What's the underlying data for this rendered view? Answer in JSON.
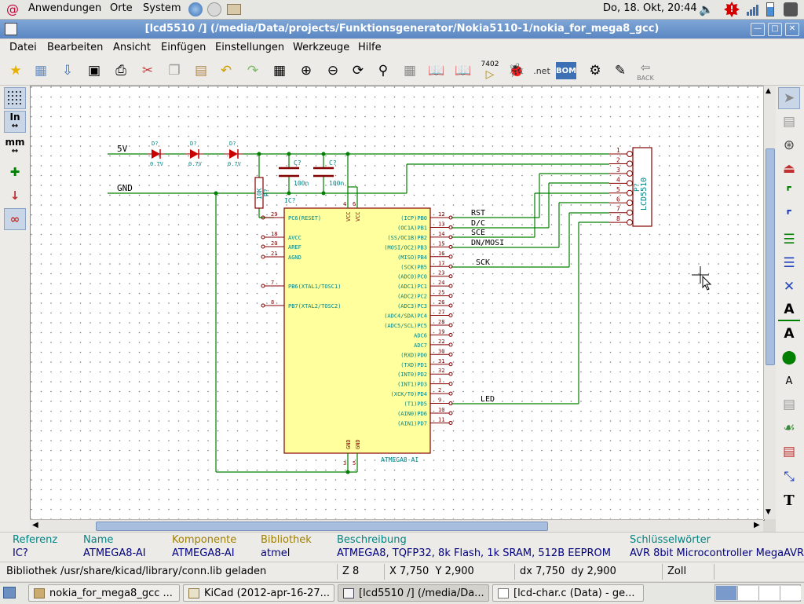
{
  "top_panel": {
    "menus": [
      "Anwendungen",
      "Orte",
      "System"
    ],
    "clock": "Do, 18. Okt, 20:44"
  },
  "window": {
    "title": "[lcd5510 /] (/media/Data/projects/Funktionsgenerator/Nokia5110-1/nokia_for_mega8_gcc)"
  },
  "menubar": {
    "items": [
      "Datei",
      "Bearbeiten",
      "Ansicht",
      "Einfügen",
      "Einstellungen",
      "Werkzeuge",
      "Hilfe"
    ]
  },
  "toolbar": {
    "icons": [
      "new-schematic-icon",
      "new-sheet-icon",
      "save-icon",
      "page-settings-icon",
      "print-icon",
      "cut-icon",
      "copy-icon",
      "paste-icon",
      "undo-icon",
      "redo-icon",
      "find-icon",
      "zoom-in-icon",
      "zoom-out-icon",
      "zoom-redraw-icon",
      "zoom-fit-icon",
      "hierarchy-navigator-icon",
      "library-editor-icon",
      "library-browser-icon",
      "annotate-icon",
      "erc-icon",
      "netlist-icon",
      "bom-icon",
      "cvpcb-icon",
      "pcbnew-icon",
      "back-annotate-icon"
    ],
    "annotate_label": "7402",
    "netlist_label": ".net",
    "bom_label": "BOM",
    "back_label": "BACK"
  },
  "left_toolbar": {
    "units_in": "In",
    "units_mm": "mm"
  },
  "right_toolbar": {
    "text_label": "T",
    "label_a": "A"
  },
  "schematic": {
    "net_5v": "5V",
    "net_gnd": "GND",
    "diodes": [
      {
        "ref": "D?",
        "value": "0.7V"
      },
      {
        "ref": "D?",
        "value": "0.7V"
      },
      {
        "ref": "D?",
        "value": "0.7V"
      }
    ],
    "caps": [
      {
        "ref": "C?",
        "value": "100n"
      },
      {
        "ref": "C?",
        "value": "100n"
      }
    ],
    "resistor": {
      "ref": "R?",
      "value": "10K"
    },
    "ic": {
      "ref": "IC?",
      "name": "ATMEGA8-AI",
      "vcc": "VCC",
      "gnd": "GND",
      "vcc_pins": [
        "4",
        "6"
      ],
      "gnd_pins": [
        "3",
        "5"
      ],
      "left_pins": [
        {
          "num": "29",
          "name": "PC6(RESET)"
        },
        {
          "num": "18",
          "name": "AVCC"
        },
        {
          "num": "20",
          "name": "AREF"
        },
        {
          "num": "21",
          "name": "AGND"
        },
        {
          "num": "7",
          "name": "PB6(XTAL1/TOSC1)"
        },
        {
          "num": "8",
          "name": "PB7(XTAL2/TOSC2)"
        }
      ],
      "right_pins": [
        {
          "num": "12",
          "name": "(ICP)PB0"
        },
        {
          "num": "13",
          "name": "(OC1A)PB1"
        },
        {
          "num": "14",
          "name": "(SS/OC1B)PB2"
        },
        {
          "num": "15",
          "name": "(MOSI/OC2)PB3"
        },
        {
          "num": "16",
          "name": "(MISO)PB4"
        },
        {
          "num": "17",
          "name": "(SCK)PB5"
        },
        {
          "num": "23",
          "name": "(ADC0)PC0"
        },
        {
          "num": "24",
          "name": "(ADC1)PC1"
        },
        {
          "num": "25",
          "name": "(ADC2)PC2"
        },
        {
          "num": "26",
          "name": "(ADC3)PC3"
        },
        {
          "num": "27",
          "name": "(ADC4/SDA)PC4"
        },
        {
          "num": "28",
          "name": "(ADC5/SCL)PC5"
        },
        {
          "num": "19",
          "name": "ADC6"
        },
        {
          "num": "22",
          "name": "ADC7"
        },
        {
          "num": "30",
          "name": "(RXD)PD0"
        },
        {
          "num": "31",
          "name": "(TXD)PD1"
        },
        {
          "num": "32",
          "name": "(INT0)PD2"
        },
        {
          "num": "1",
          "name": "(INT1)PD3"
        },
        {
          "num": "2",
          "name": "(XCK/T0)PD4"
        },
        {
          "num": "9",
          "name": "(T1)PD5"
        },
        {
          "num": "10",
          "name": "(AIN0)PD6"
        },
        {
          "num": "11",
          "name": "(AIN1)PD7"
        }
      ]
    },
    "net_labels": [
      "RST",
      "D/C",
      "SCE",
      "DN/MOSI",
      "SCK",
      "LED"
    ],
    "connector": {
      "ref": "P?",
      "value": "LCD5510",
      "pins": [
        "1",
        "2",
        "3",
        "4",
        "5",
        "6",
        "7",
        "8"
      ]
    }
  },
  "info": {
    "headers": [
      "Referenz",
      "Name",
      "Komponente",
      "Bibliothek",
      "Beschreibung",
      "Schlüsselwörter"
    ],
    "values": [
      "IC?",
      "ATMEGA8-AI",
      "ATMEGA8-AI",
      "atmel",
      "ATMEGA8, TQFP32, 8k Flash, 1k SRAM, 512B EEPROM",
      "AVR 8bit Microcontroller MegaAVR"
    ]
  },
  "status": {
    "message": "Bibliothek /usr/share/kicad/library/conn.lib geladen",
    "zoom": "Z 8",
    "coords": "X 7,750  Y 2,900",
    "delta": "dx 7,750  dy 2,900",
    "units": "Zoll"
  },
  "taskbar": {
    "tasks": [
      "nokia_for_mega8_gcc ...",
      "KiCad (2012-apr-16-27...",
      "[lcd5510 /] (/media/Da...",
      "[lcd-char.c (Data) - ge..."
    ]
  },
  "colors": {
    "wire": "#008000",
    "component_outline": "#840000",
    "ic_fill": "#ffff9e",
    "pin_text": "#008484",
    "label_text": "#000000",
    "diode": "#c80000",
    "title_bar": "#6a93cc"
  }
}
